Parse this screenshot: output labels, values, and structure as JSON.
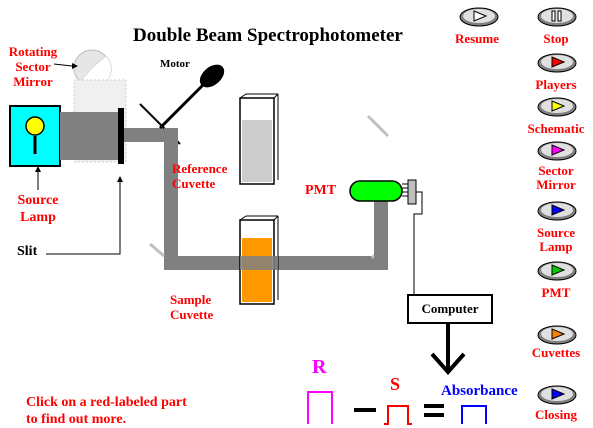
{
  "title": "Double Beam Spectrophotometer",
  "labels": {
    "rotating_sector_mirror": [
      "Rotating",
      "Sector",
      "Mirror"
    ],
    "motor": "Motor",
    "reference_cuvette": [
      "Reference",
      "Cuvette"
    ],
    "pmt": "PMT",
    "source_lamp": [
      "Source",
      "Lamp"
    ],
    "slit": "Slit",
    "sample_cuvette": [
      "Sample",
      "Cuvette"
    ],
    "computer": "Computer",
    "r": "R",
    "s": "S",
    "absorbance": "Absorbance",
    "instructions": [
      "Click on a red-labeled part",
      "to find out more."
    ]
  },
  "nav_buttons": [
    {
      "id": "resume",
      "label": [
        "Resume"
      ],
      "color": "#cccccc",
      "glyph": "play"
    },
    {
      "id": "stop",
      "label": [
        "Stop"
      ],
      "color": "#cccccc",
      "glyph": "pause"
    },
    {
      "id": "players",
      "label": [
        "Players"
      ],
      "color": "#ff0000",
      "glyph": "play"
    },
    {
      "id": "schematic",
      "label": [
        "Schematic"
      ],
      "color": "#ffff00",
      "glyph": "play"
    },
    {
      "id": "sector_mirror",
      "label": [
        "Sector",
        "Mirror"
      ],
      "color": "#ff00ff",
      "glyph": "play"
    },
    {
      "id": "source_lamp",
      "label": [
        "Source",
        "Lamp"
      ],
      "color": "#0000ff",
      "glyph": "play"
    },
    {
      "id": "pmt",
      "label": [
        "PMT"
      ],
      "color": "#00cc00",
      "glyph": "play"
    },
    {
      "id": "cuvettes",
      "label": [
        "Cuvettes"
      ],
      "color": "#ff8000",
      "glyph": "play"
    },
    {
      "id": "closing",
      "label": [
        "Closing"
      ],
      "color": "#0000ff",
      "glyph": "play"
    }
  ],
  "colors": {
    "label_red": "#ff0000",
    "beam_gray": "#808080",
    "lamp_box": "#00ffff",
    "bulb": "#ffff00",
    "pmt_green": "#00ff00",
    "sample_orange": "#ff9900",
    "r_magenta": "#ff00ff",
    "s_red": "#ff0000",
    "absorbance_blue": "#0000ff"
  }
}
